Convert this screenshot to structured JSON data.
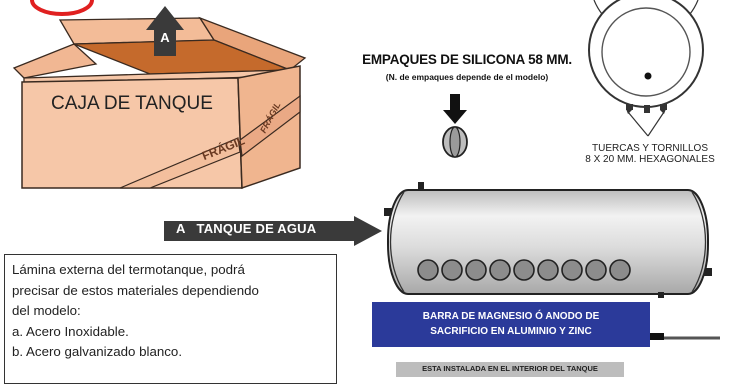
{
  "box_diagram": {
    "box_label": "CAJA DE TANQUE",
    "fragile_label": "FRÁGIL",
    "side_label": "A"
  },
  "gaskets": {
    "title": "EMPAQUES DE SILICONA 58 MM.",
    "note": "(N. de empaques depende de el modelo)"
  },
  "nuts": {
    "line1": "TUERCAS Y TORNILLOS",
    "line2": "8 X 20 MM. HEXAGONALES"
  },
  "tank": {
    "arrow_label": "A   TANQUE DE AGUA",
    "ports_count": 9,
    "anode_label_line1": "BARRA DE MAGNESIO Ó ANODO DE",
    "anode_label_line2": "SACRIFICIO EN ALUMINIO Y ZINC",
    "interior_note": "ESTA INSTALADA EN EL INTERIOR DEL TANQUE"
  },
  "materials": {
    "intro": [
      "Lámina externa del termotanque, podrá",
      "precisar de estos materiales dependiendo",
      "del modelo:"
    ],
    "options": [
      "a. Acero Inoxidable.",
      "b. Acero galvanizado blanco."
    ]
  },
  "colors": {
    "box_fill": "#f6c7a8",
    "box_dark": "#c56a2c",
    "arrow_dark": "#3a3a3a",
    "anode_band": "#2b3a9a",
    "tank_gray": "#d3d3d3",
    "warning_red": "#e02020"
  }
}
